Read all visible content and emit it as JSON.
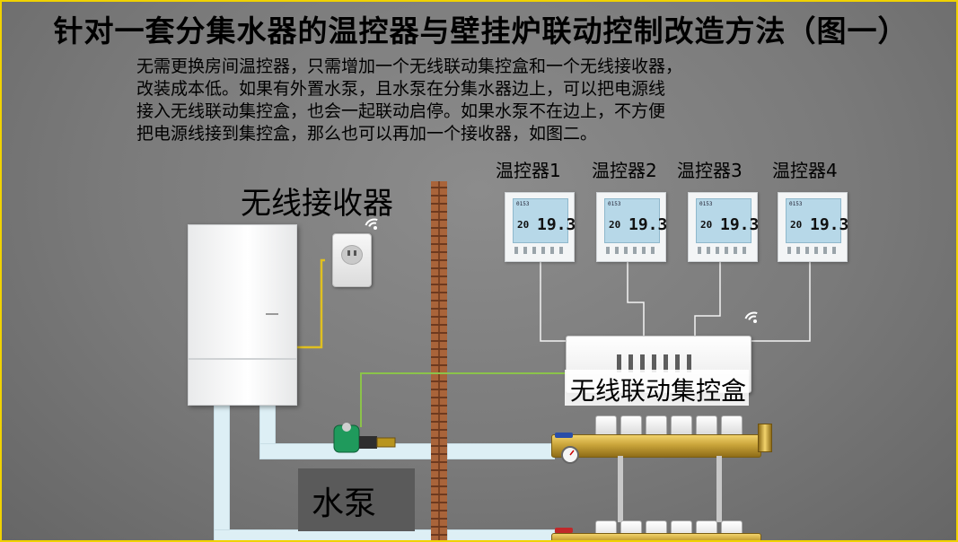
{
  "title": "针对一套分集水器的温控器与壁挂炉联动控制改造方法（图一）",
  "description": [
    "无需更换房间温控器，只需增加一个无线联动集控盒和一个无线接收器，",
    "改装成本低。如果有外置水泵，且水泵在分集水器边上，可以把电源线",
    "接入无线联动集控盒，也会一起联动启停。如果水泵不在边上，不方便",
    "把电源线接到集控盒，那么也可以再加一个接收器，如图二。"
  ],
  "labels": {
    "receiver": "无线接收器",
    "controller": "无线联动集控盒",
    "pump": "水泵"
  },
  "thermostats": [
    {
      "name": "温控器1",
      "display_small": "0153",
      "display_current": "20",
      "display_set": "19.3"
    },
    {
      "name": "温控器2",
      "display_small": "0153",
      "display_current": "20",
      "display_set": "19.3"
    },
    {
      "name": "温控器3",
      "display_small": "0153",
      "display_current": "20",
      "display_set": "19.3"
    },
    {
      "name": "温控器4",
      "display_small": "0153",
      "display_current": "20",
      "display_set": "19.3"
    }
  ],
  "icons": [
    "wifi-icon",
    "wifi-icon"
  ],
  "colors": {
    "frame": "#f0d200",
    "pipe": "#ddeff5",
    "signal_wire": "#e0c020",
    "pump_wire": "#8bc34a",
    "thermostat_wire": "#f2f2f2"
  }
}
